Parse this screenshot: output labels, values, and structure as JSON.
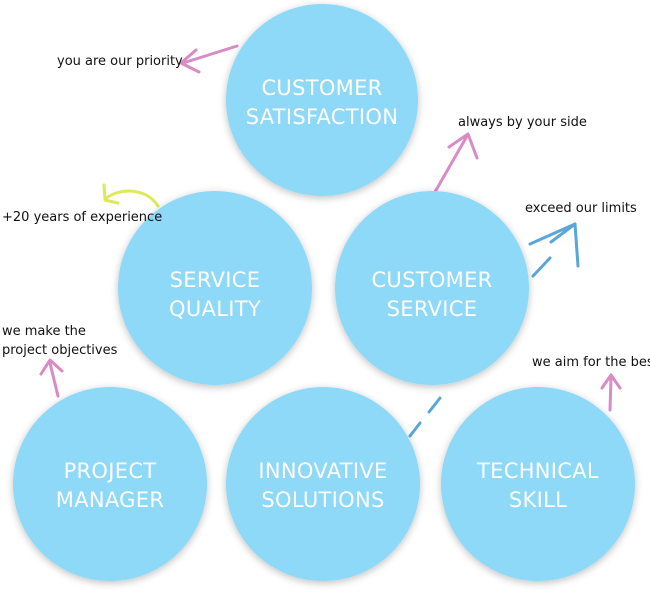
{
  "colors": {
    "circle_fill": "#8ED8F8",
    "circle_text": "#FFFFFF",
    "arrow_pink": "#D98BC6",
    "arrow_yellow": "#DDE85A",
    "arrow_blue": "#5AA6D8",
    "note_text": "#111111"
  },
  "circles": [
    {
      "id": "customer-satisfaction",
      "lines": [
        "CUSTOMER",
        "SATISFACTION"
      ]
    },
    {
      "id": "service-quality",
      "lines": [
        "SERVICE",
        "QUALITY"
      ]
    },
    {
      "id": "customer-service",
      "lines": [
        "CUSTOMER",
        "SERVICE"
      ]
    },
    {
      "id": "project-manager",
      "lines": [
        "PROJECT",
        "MANAGER"
      ]
    },
    {
      "id": "innovative-solutions",
      "lines": [
        "INNOVATIVE",
        "SOLUTIONS"
      ]
    },
    {
      "id": "technical-skill",
      "lines": [
        "TECHNICAL",
        "SKILL"
      ]
    }
  ],
  "notes": {
    "priority": "you are our priority",
    "side": "always by your side",
    "limits": "exceed our limits",
    "experience": "+20 years of experience",
    "objectives_1": "we make the",
    "objectives_2": "project objectives",
    "best": "we aim for the best"
  }
}
